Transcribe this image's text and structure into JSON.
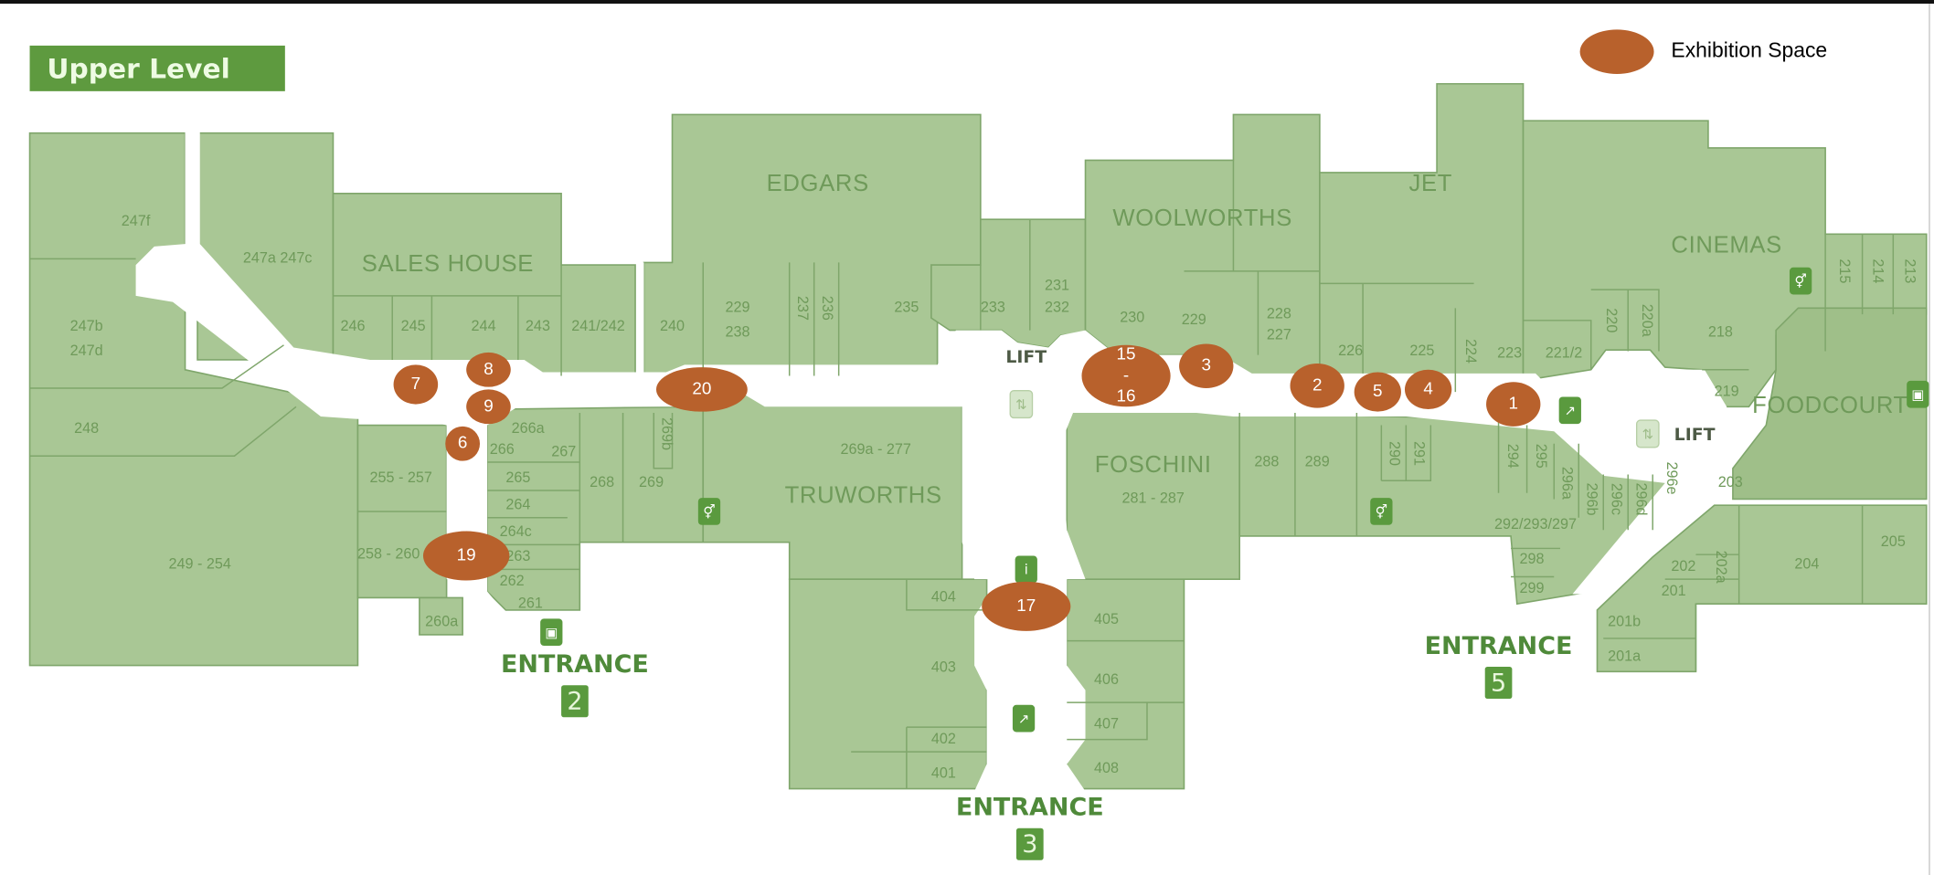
{
  "title": "Upper Level",
  "legend": {
    "label": "Exhibition Space",
    "color": "#b8612c"
  },
  "colors": {
    "shop_fill": "#a9c795",
    "shop_stroke": "#7fa66b",
    "text": "#6f9a5a",
    "title_bg": "#5e9a3f",
    "marker": "#b8612c"
  },
  "anchors": [
    "SALES HOUSE",
    "EDGARS",
    "WOOLWORTHS",
    "JET",
    "CINEMAS",
    "FOODCOURT",
    "TRUWORTHS",
    "FOSCHINI"
  ],
  "shops": [
    "247f",
    "247a  247c",
    "246",
    "245",
    "244",
    "243",
    "241/242",
    "247b",
    "247d",
    "248",
    "249 - 254",
    "255 - 257",
    "258 - 260",
    "260a",
    "266a",
    "266",
    "267",
    "265",
    "264",
    "264c",
    "263",
    "262",
    "261",
    "268",
    "269",
    "269b",
    "240",
    "229",
    "238",
    "237",
    "236",
    "235",
    "233",
    "231",
    "232",
    "230",
    "229",
    "228",
    "227",
    "226",
    "225",
    "224",
    "223",
    "221/2",
    "220",
    "220a",
    "218",
    "215",
    "214",
    "213",
    "219",
    "269a - 277",
    "281 - 287",
    "288",
    "289",
    "290",
    "291",
    "292/293/297",
    "294",
    "295",
    "296a",
    "296b",
    "296c",
    "296d",
    "296e",
    "298",
    "299",
    "203",
    "202",
    "202a",
    "201",
    "201b",
    "201a",
    "204",
    "205",
    "404",
    "403",
    "402",
    "401",
    "405",
    "406",
    "407",
    "408"
  ],
  "lifts": [
    "LIFT",
    "LIFT"
  ],
  "entrances": [
    {
      "label": "ENTRANCE",
      "number": "2"
    },
    {
      "label": "ENTRANCE",
      "number": "3"
    },
    {
      "label": "ENTRANCE",
      "number": "5"
    }
  ],
  "exhibition_spaces": [
    "1",
    "2",
    "3",
    "4",
    "5",
    "6",
    "7",
    "8",
    "9",
    "15\n-\n16",
    "17",
    "19",
    "20"
  ],
  "icons": [
    "toilets-icon",
    "toilets-icon",
    "toilets-icon",
    "lift-icon",
    "lift-icon",
    "escalator-icon",
    "escalator-icon",
    "information-icon",
    "atm-icon",
    "atm-icon"
  ]
}
